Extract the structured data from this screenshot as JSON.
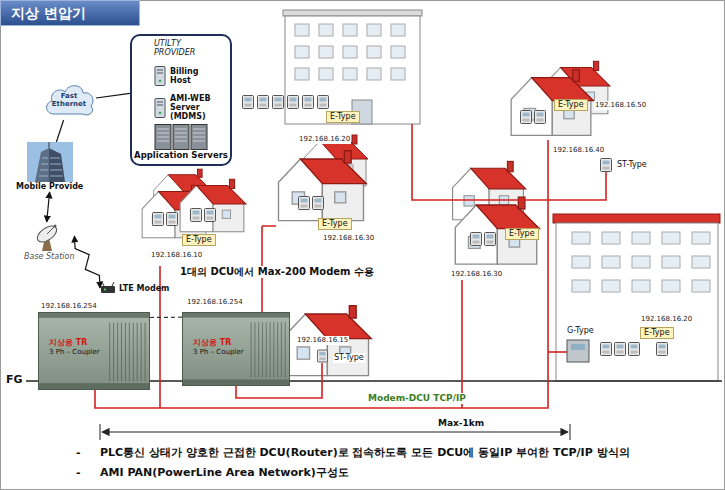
{
  "diagram": {
    "title": "지상 변압기",
    "nodes": [
      {
        "text": [
          "UTILTY PROVIDER"
        ]
      },
      {
        "text": [
          "Billing Host"
        ],
        "in": 0
      },
      {
        "text": [
          "AMI-WEB Server (MDMS)"
        ],
        "in": 0
      },
      {
        "text": [
          "Application Servers"
        ],
        "in": 0
      },
      {
        "text": [
          "Fast Ethernet"
        ]
      },
      {
        "text": [
          "Mobile Provide"
        ]
      },
      {
        "text": [
          "Base Station"
        ]
      },
      {
        "text": [
          "LTE Modem"
        ]
      },
      {
        "text": [
          "지상용 TR",
          "3 Ph – Coupler"
        ]
      },
      {
        "text": [
          "지상용 TR",
          "3 Ph – Coupler"
        ]
      }
    ],
    "edges": [
      {
        "from": 4,
        "to": 0,
        "arrow": "none"
      },
      {
        "from": 4,
        "to": 5,
        "arrow": "none"
      },
      {
        "from": 5,
        "to": 6,
        "arrow": "both"
      },
      {
        "from": 6,
        "to": 7,
        "arrow": "both"
      },
      {
        "from": 8,
        "to": 9,
        "arrow": "none"
      }
    ],
    "labels": [
      "E-Type",
      "192.168.16.20",
      "192.168.16.50",
      "E-Type",
      "192.168.16.40",
      "ST-Type",
      "E-Type",
      "192.168.16.10",
      "E-Type",
      "192.168.16.30",
      "E-Type",
      "192.168.16.30",
      "1대의 DCU에서 Max-200 Modem 수용",
      "192.168.16.254",
      "192.168.16.254",
      "192.168.16.15",
      "ST-Type",
      "G-Type",
      "192.168.16.20",
      "E-Type",
      "FG",
      "Modem-DCU TCP/IP",
      "Max-1km",
      "-",
      "PLC통신 상태가 양호한 근접한 DCU(Router)로 접속하도록 모든 DCU에 동일IP 부여한 TCP/IP 방식의",
      "-",
      "AMI PAN(PowerLine Area Network)구성도"
    ]
  }
}
